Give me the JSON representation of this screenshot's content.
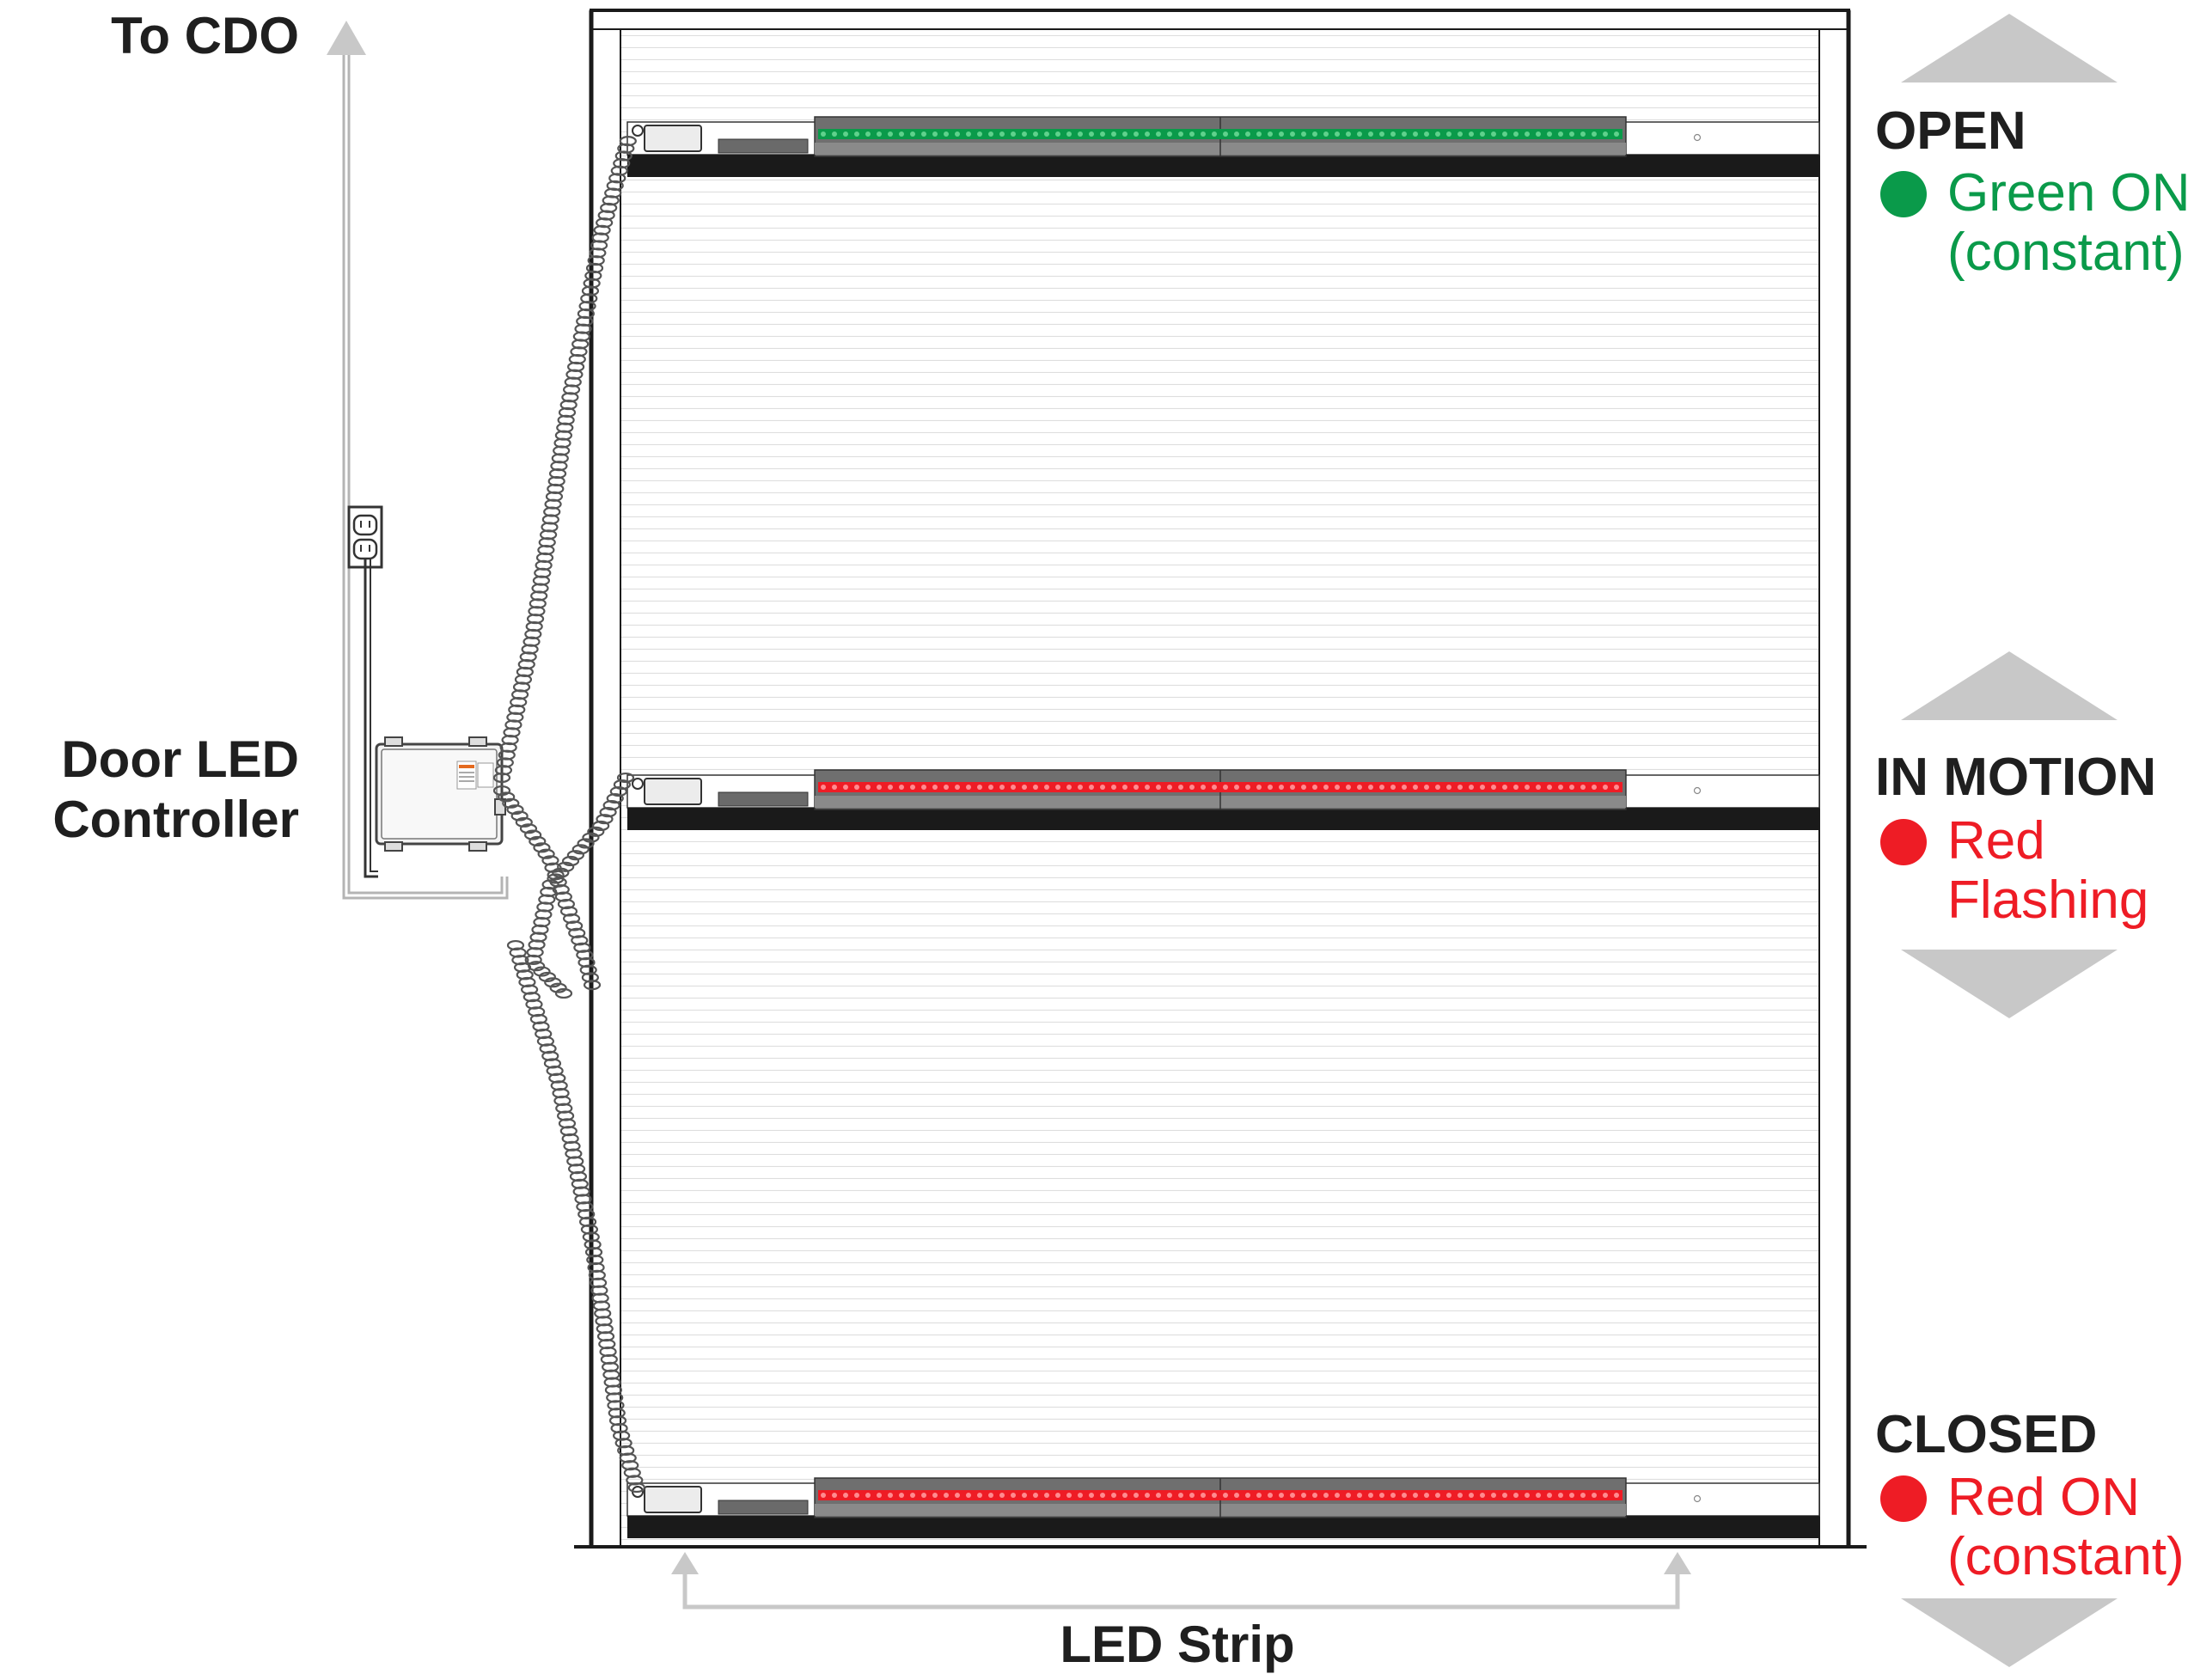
{
  "labels": {
    "to_cdo": "To CDO",
    "controller_line1": "Door LED",
    "controller_line2": "Controller",
    "led_strip": "LED Strip"
  },
  "states": [
    {
      "id": "open",
      "title": "OPEN",
      "line1": "Green ON",
      "line2": "(constant)",
      "color": "#0a9a4a",
      "arrow_up": true,
      "arrow_down": false,
      "strip_color": "green"
    },
    {
      "id": "in-motion",
      "title": "IN MOTION",
      "line1": "Red",
      "line2": "Flashing",
      "color": "#ee1c25",
      "arrow_up": true,
      "arrow_down": true,
      "strip_color": "red"
    },
    {
      "id": "closed",
      "title": "CLOSED",
      "line1": "Red ON",
      "line2": "(constant)",
      "color": "#ee1c25",
      "arrow_up": false,
      "arrow_down": true,
      "strip_color": "red"
    }
  ],
  "colors": {
    "frame": "#1a1a1a",
    "guide_arrow": "#c8c8c8",
    "slat_line": "#dcdcdc",
    "bar": "#1a1a1a",
    "strip_body": "#6f6f6f",
    "green_led": "#0a9a4a",
    "red_led": "#ee1c25"
  },
  "icons": {
    "outlet": "electrical-outlet-icon",
    "controller": "controller-box-icon",
    "coil": "coiled-cable-icon"
  }
}
